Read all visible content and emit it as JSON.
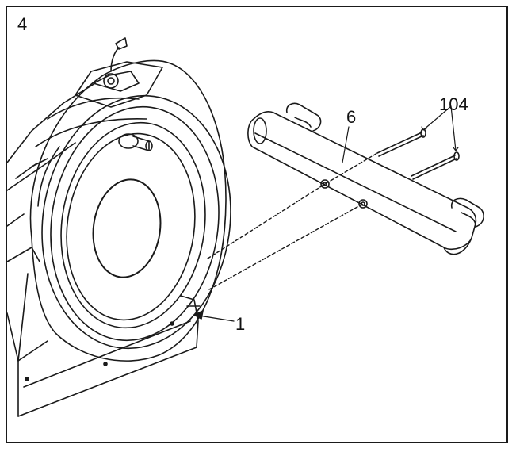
{
  "step": {
    "number": "4"
  },
  "callouts": {
    "crossbar": "6",
    "bolts": "104",
    "frame": "1"
  },
  "colors": {
    "line": "#1a1a1a",
    "paper": "#ffffff"
  }
}
